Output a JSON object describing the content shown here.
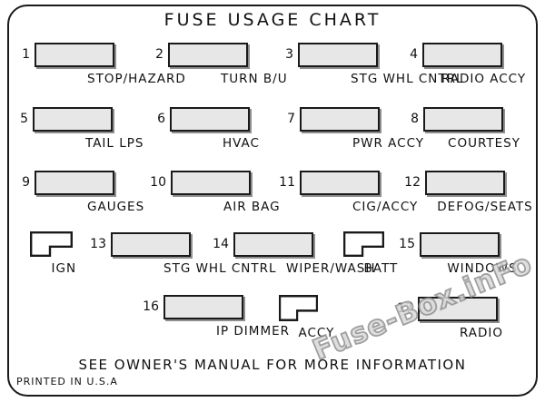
{
  "title": "FUSE USAGE CHART",
  "fuses": [
    {
      "number": "1",
      "label": "STOP/HAZARD"
    },
    {
      "number": "2",
      "label": "TURN B/U"
    },
    {
      "number": "3",
      "label": "STG WHL CNTRL"
    },
    {
      "number": "4",
      "label": "RADIO ACCY"
    },
    {
      "number": "5",
      "label": "TAIL LPS"
    },
    {
      "number": "6",
      "label": "HVAC"
    },
    {
      "number": "7",
      "label": "PWR ACCY"
    },
    {
      "number": "8",
      "label": "COURTESY"
    },
    {
      "number": "9",
      "label": "GAUGES"
    },
    {
      "number": "10",
      "label": "AIR BAG"
    },
    {
      "number": "11",
      "label": "CIG/ACCY"
    },
    {
      "number": "12",
      "label": "DEFOG/SEATS"
    },
    {
      "number": "13",
      "label": "STG WHL CNTRL"
    },
    {
      "number": "14",
      "label": "WIPER/WASH"
    },
    {
      "number": "15",
      "label": "WINDOWS"
    },
    {
      "number": "16",
      "label": "IP DIMMER"
    },
    {
      "number": "17",
      "label": "RADIO"
    }
  ],
  "connectors": [
    {
      "label": "IGN"
    },
    {
      "label": "BATT"
    },
    {
      "label": "ACCY"
    }
  ],
  "footer": {
    "note": "SEE OWNER'S MANUAL FOR MORE INFORMATION",
    "printed": "PRINTED IN U.S.A"
  },
  "watermark": {
    "text": "Fuse-Box.inFo"
  },
  "colors": {
    "line": "#1a1a1a",
    "fuse_fill": "#e7e7e7",
    "box_shadow": "#8f8f8f",
    "watermark_fill": "#d9d9d9",
    "watermark_stroke": "#8f8f8f"
  }
}
